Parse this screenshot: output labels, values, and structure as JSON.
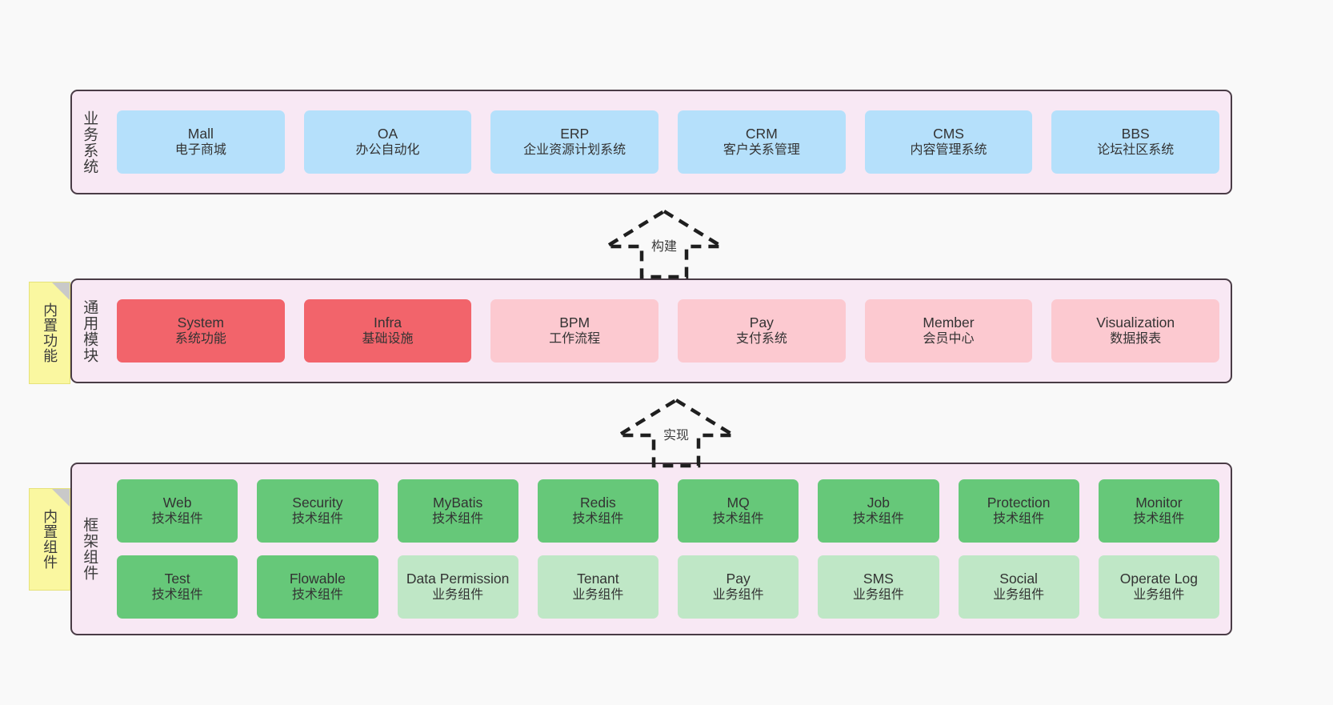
{
  "diagram": {
    "title": "System architecture layers",
    "background_color": "#f9f9f9",
    "layer_fill": "#f8e8f4",
    "layer_border": "#4a3c46",
    "note_fill": "#faf7a0"
  },
  "notes": [
    {
      "label": "内置功能",
      "name": "built-in-features"
    },
    {
      "label": "内置组件",
      "name": "built-in-components"
    }
  ],
  "arrows": [
    {
      "label": "构建",
      "name": "build-arrow",
      "direction": "up",
      "style": "dashed-hollow"
    },
    {
      "label": "实现",
      "name": "implement-arrow",
      "direction": "up",
      "style": "dashed-hollow"
    }
  ],
  "layers": [
    {
      "id": "business-systems",
      "label": "业务系统",
      "rows": [
        {
          "nodes": [
            {
              "t1": "Mall",
              "t2": "电子商城",
              "color": "#b5e0fb",
              "variant": "c-blue"
            },
            {
              "t1": "OA",
              "t2": "办公自动化",
              "color": "#b5e0fb",
              "variant": "c-blue"
            },
            {
              "t1": "ERP",
              "t2": "企业资源计划系统",
              "color": "#b5e0fb",
              "variant": "c-blue"
            },
            {
              "t1": "CRM",
              "t2": "客户关系管理",
              "color": "#b5e0fb",
              "variant": "c-blue"
            },
            {
              "t1": "CMS",
              "t2": "内容管理系统",
              "color": "#b5e0fb",
              "variant": "c-blue"
            },
            {
              "t1": "BBS",
              "t2": "论坛社区系统",
              "color": "#b5e0fb",
              "variant": "c-blue"
            }
          ]
        }
      ]
    },
    {
      "id": "common-modules",
      "label": "通用模块",
      "rows": [
        {
          "nodes": [
            {
              "t1": "System",
              "t2": "系统功能",
              "color": "#f2646b",
              "variant": "c-red"
            },
            {
              "t1": "Infra",
              "t2": "基础设施",
              "color": "#f2646b",
              "variant": "c-red"
            },
            {
              "t1": "BPM",
              "t2": "工作流程",
              "color": "#fcc9d0",
              "variant": "c-pink"
            },
            {
              "t1": "Pay",
              "t2": "支付系统",
              "color": "#fcc9d0",
              "variant": "c-pink"
            },
            {
              "t1": "Member",
              "t2": "会员中心",
              "color": "#fcc9d0",
              "variant": "c-pink"
            },
            {
              "t1": "Visualization",
              "t2": "数据报表",
              "color": "#fcc9d0",
              "variant": "c-pink"
            }
          ]
        }
      ]
    },
    {
      "id": "framework-components",
      "label": "框架组件",
      "rows": [
        {
          "nodes": [
            {
              "t1": "Web",
              "t2": "技术组件",
              "color": "#66c879",
              "variant": "c-green"
            },
            {
              "t1": "Security",
              "t2": "技术组件",
              "color": "#66c879",
              "variant": "c-green"
            },
            {
              "t1": "MyBatis",
              "t2": "技术组件",
              "color": "#66c879",
              "variant": "c-green"
            },
            {
              "t1": "Redis",
              "t2": "技术组件",
              "color": "#66c879",
              "variant": "c-green"
            },
            {
              "t1": "MQ",
              "t2": "技术组件",
              "color": "#66c879",
              "variant": "c-green"
            },
            {
              "t1": "Job",
              "t2": "技术组件",
              "color": "#66c879",
              "variant": "c-green"
            },
            {
              "t1": "Protection",
              "t2": "技术组件",
              "color": "#66c879",
              "variant": "c-green"
            },
            {
              "t1": "Monitor",
              "t2": "技术组件",
              "color": "#66c879",
              "variant": "c-green"
            }
          ]
        },
        {
          "nodes": [
            {
              "t1": "Test",
              "t2": "技术组件",
              "color": "#66c879",
              "variant": "c-green"
            },
            {
              "t1": "Flowable",
              "t2": "技术组件",
              "color": "#66c879",
              "variant": "c-green"
            },
            {
              "t1": "Data Permission",
              "t2": "业务组件",
              "color": "#bfe7c6",
              "variant": "c-lightgreen"
            },
            {
              "t1": "Tenant",
              "t2": "业务组件",
              "color": "#bfe7c6",
              "variant": "c-lightgreen"
            },
            {
              "t1": "Pay",
              "t2": "业务组件",
              "color": "#bfe7c6",
              "variant": "c-lightgreen"
            },
            {
              "t1": "SMS",
              "t2": "业务组件",
              "color": "#bfe7c6",
              "variant": "c-lightgreen"
            },
            {
              "t1": "Social",
              "t2": "业务组件",
              "color": "#bfe7c6",
              "variant": "c-lightgreen"
            },
            {
              "t1": "Operate Log",
              "t2": "业务组件",
              "color": "#bfe7c6",
              "variant": "c-lightgreen"
            }
          ]
        }
      ]
    }
  ]
}
